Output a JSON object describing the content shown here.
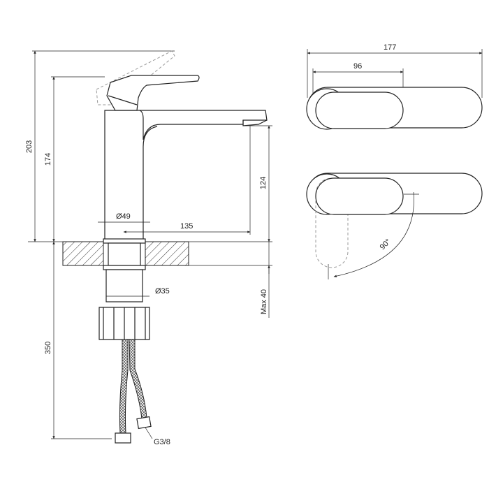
{
  "drawing": {
    "dimensions": {
      "total_height": "203",
      "spout_height": "174",
      "spout_clearance": "124",
      "body_diameter": "Ø49",
      "spout_reach": "135",
      "shank_diameter": "Ø35",
      "max_thickness": "Max 40",
      "hose_length": "350",
      "connection": "G3/8",
      "top_total_length": "177",
      "top_handle_length": "96",
      "rotation_angle": "90°"
    }
  }
}
